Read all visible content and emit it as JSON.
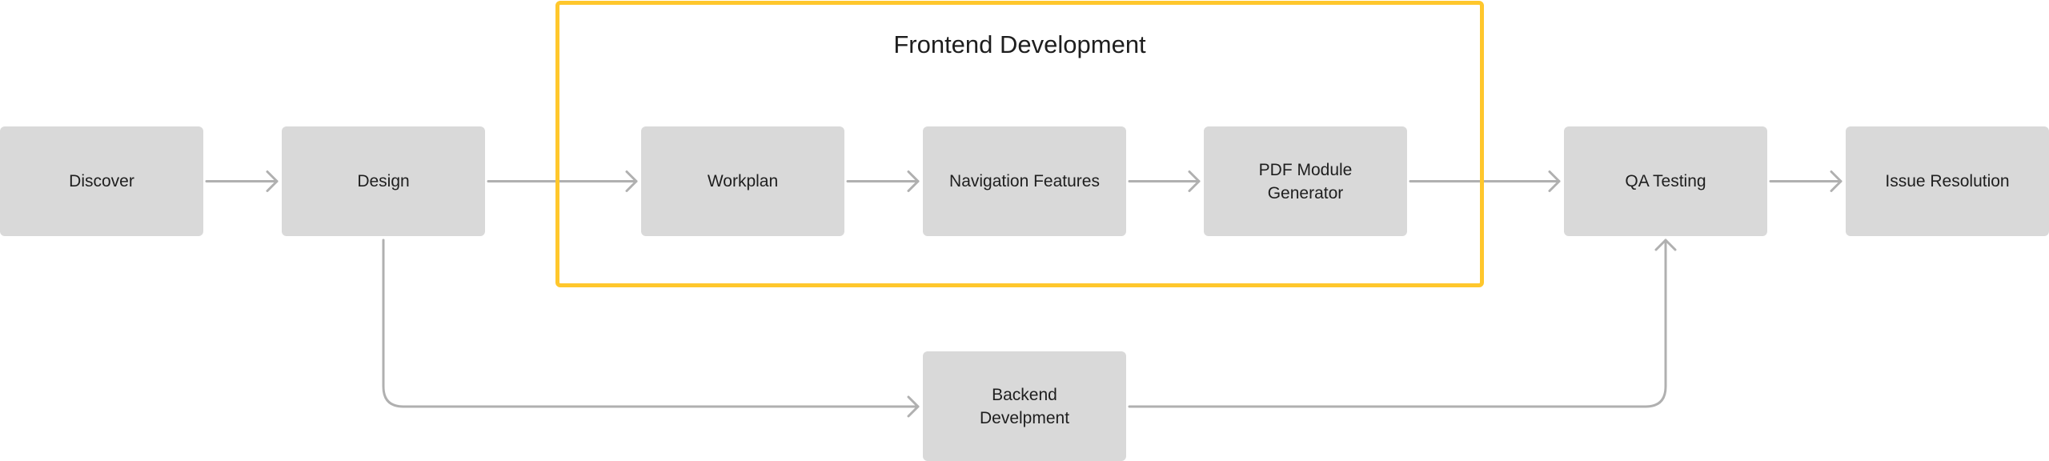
{
  "group": {
    "title": "Frontend Development",
    "border_color": "#FFC72C"
  },
  "nodes": {
    "discover": "Discover",
    "design": "Design",
    "workplan": "Workplan",
    "navigation": "Navigation Features",
    "pdf": "PDF Module\nGenerator",
    "qa": "QA Testing",
    "issue": "Issue Resolution",
    "backend": "Backend\nDevelpment"
  },
  "style": {
    "node_fill": "#D9D9D9",
    "connector_color": "#B0B0B0"
  },
  "connections": [
    {
      "from": "discover",
      "to": "design"
    },
    {
      "from": "design",
      "to": "workplan"
    },
    {
      "from": "workplan",
      "to": "navigation"
    },
    {
      "from": "navigation",
      "to": "pdf"
    },
    {
      "from": "pdf",
      "to": "qa"
    },
    {
      "from": "qa",
      "to": "issue"
    },
    {
      "from": "design",
      "to": "backend"
    },
    {
      "from": "backend",
      "to": "qa"
    }
  ]
}
